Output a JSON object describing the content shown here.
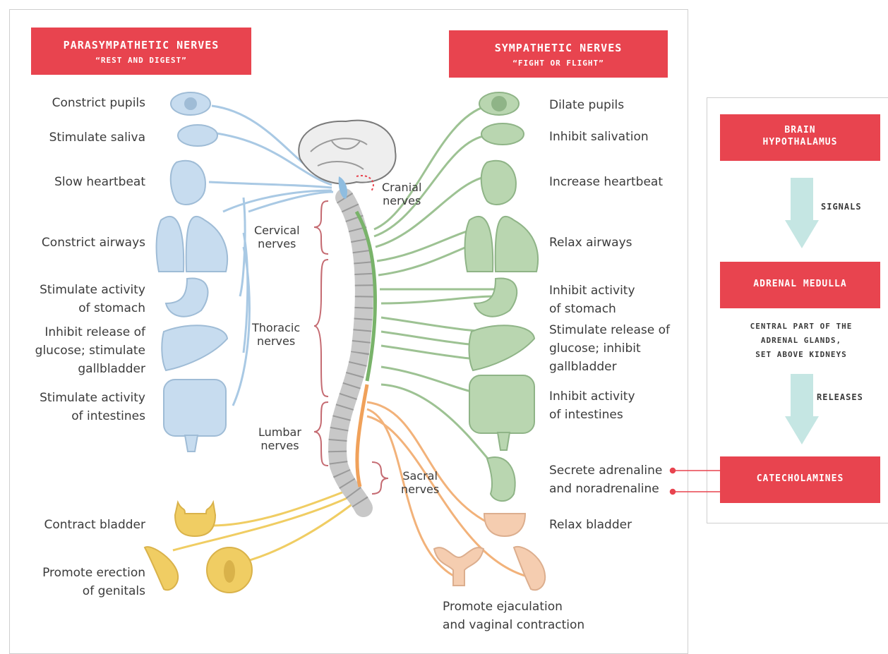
{
  "parasympathetic": {
    "title": "PARASYMPATHETIC NERVES",
    "subtitle": "“REST AND DIGEST”",
    "items": [
      {
        "line1": "Constrict pupils",
        "line2": ""
      },
      {
        "line1": "Stimulate saliva",
        "line2": ""
      },
      {
        "line1": "Slow heartbeat",
        "line2": ""
      },
      {
        "line1": "Constrict airways",
        "line2": ""
      },
      {
        "line1": "Stimulate activity",
        "line2": "of stomach"
      },
      {
        "line1": "Inhibit release of",
        "line2": "glucose; stimulate",
        "line3": "gallbladder"
      },
      {
        "line1": "Stimulate activity",
        "line2": "of intestines"
      },
      {
        "line1": "Contract bladder",
        "line2": ""
      },
      {
        "line1": "Promote erection",
        "line2": "of genitals"
      }
    ]
  },
  "sympathetic": {
    "title": "SYMPATHETIC NERVES",
    "subtitle": "“FIGHT OR FLIGHT”",
    "items": [
      {
        "line1": "Dilate pupils",
        "line2": ""
      },
      {
        "line1": "Inhibit salivation",
        "line2": ""
      },
      {
        "line1": "Increase heartbeat",
        "line2": ""
      },
      {
        "line1": "Relax airways",
        "line2": ""
      },
      {
        "line1": "Inhibit activity",
        "line2": "of stomach"
      },
      {
        "line1": "Stimulate release of",
        "line2": "glucose; inhibit",
        "line3": "gallbladder"
      },
      {
        "line1": "Inhibit activity",
        "line2": "of intestines"
      },
      {
        "line1": "Secrete adrenaline",
        "line2": "and noradrenaline"
      },
      {
        "line1": "Relax bladder",
        "line2": ""
      },
      {
        "line1": "Promote ejaculation",
        "line2": "and vaginal contraction"
      }
    ]
  },
  "nerves": {
    "cranial": {
      "line1": "Cranial",
      "line2": "nerves"
    },
    "cervical": {
      "line1": "Cervical",
      "line2": "nerves"
    },
    "thoracic": {
      "line1": "Thoracic",
      "line2": "nerves"
    },
    "lumbar": {
      "line1": "Lumbar",
      "line2": "nerves"
    },
    "sacral": {
      "line1": "Sacral",
      "line2": "nerves"
    }
  },
  "pathway": {
    "brain": {
      "line1": "BRAIN",
      "line2": "HYPOTHALAMUS"
    },
    "signals": "SIGNALS",
    "adrenal": "ADRENAL MEDULLA",
    "adrenal_note": {
      "line1": "CENTRAL PART OF THE",
      "line2": "ADRENAL GLANDS,",
      "line3": "SET ABOVE KIDNEYS"
    },
    "releases": "RELEASES",
    "catecholamines": "CATECHOLAMINES"
  },
  "colors": {
    "red": "#e8444f",
    "para_blue": "#a9c9e4",
    "symp_green": "#9dc293",
    "sacral_orange": "#f2b27a",
    "sacral_yellow": "#f0cd63",
    "arrow_teal": "#c5e6e3"
  }
}
